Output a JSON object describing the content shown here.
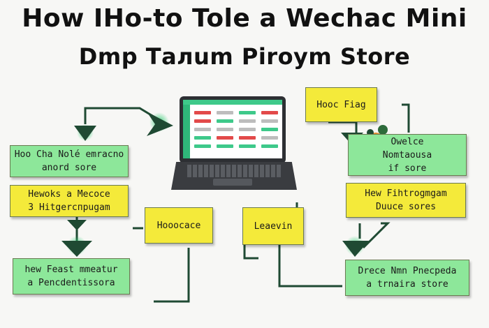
{
  "title": {
    "line1": "How IHo-to Tole a Wechac Mini",
    "line2": "Dmp Tалum Piroym Store"
  },
  "cards": {
    "left_top": {
      "line1": "Hoo Cha Nolé emracno",
      "line2": "anord sore"
    },
    "left_mid": {
      "line1": "Hewoks a Mecoce",
      "line2": "3 Hitgercпpugam"
    },
    "left_bottom": {
      "line1": "hew Feast mmeatur",
      "line2": "a Pencdentissora"
    },
    "center_left": {
      "line1": "Hooocace"
    },
    "center_right": {
      "line1": "Leaevin"
    },
    "right_top": {
      "line1": "Hooc Fiag"
    },
    "right_upper": {
      "line1": "Owelce",
      "line2": "Nomtaousa",
      "line3": "if sore"
    },
    "right_mid": {
      "line1": "Hew Fihtrogmgam",
      "line2": "Duuce sores"
    },
    "right_bottom": {
      "line1": "Drece Nmn Pnecpeda",
      "line2": "a trnaira store"
    }
  },
  "colors": {
    "card_green": "#8de79a",
    "card_yellow": "#f4ea3a",
    "arrow": "#1f4a33",
    "arrow_glow": "#2ecc71"
  }
}
